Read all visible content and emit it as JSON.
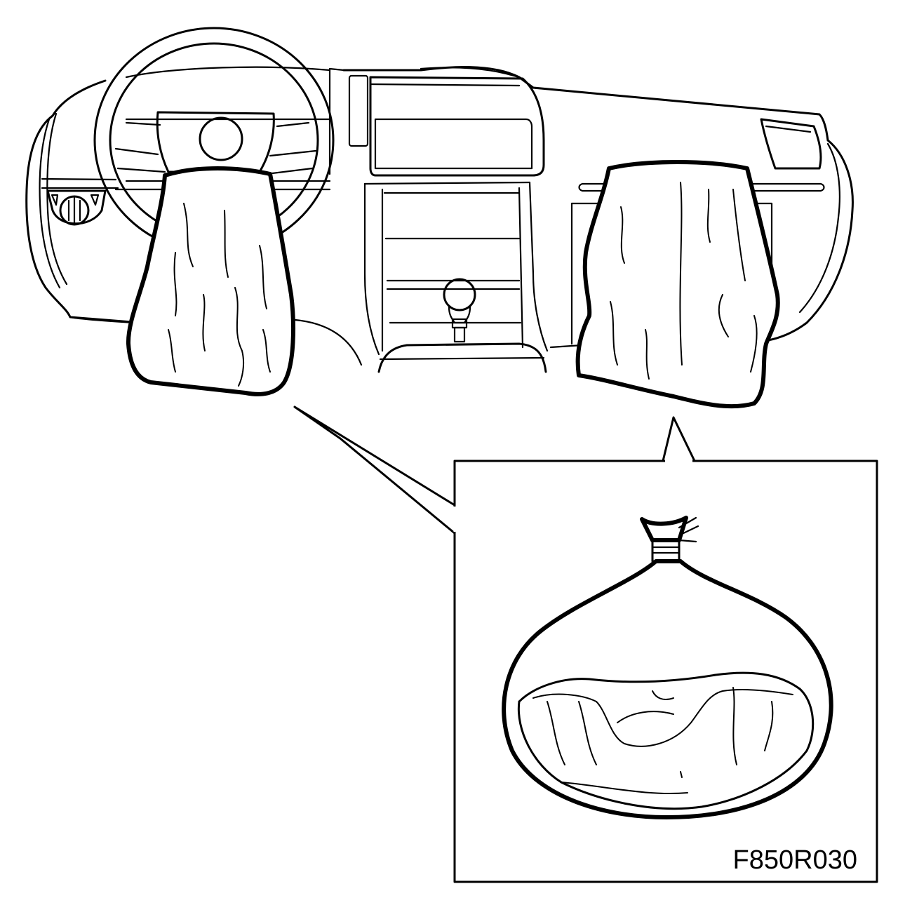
{
  "figure": {
    "code": "F850R030"
  },
  "parts": {
    "dashboard": "dashboard-drawing",
    "steering_wheel": "steering-wheel",
    "driver_airbag": "deployed-driver-airbag",
    "passenger_airbag": "deployed-passenger-airbag",
    "inset": "bagged-airbag-detail"
  }
}
